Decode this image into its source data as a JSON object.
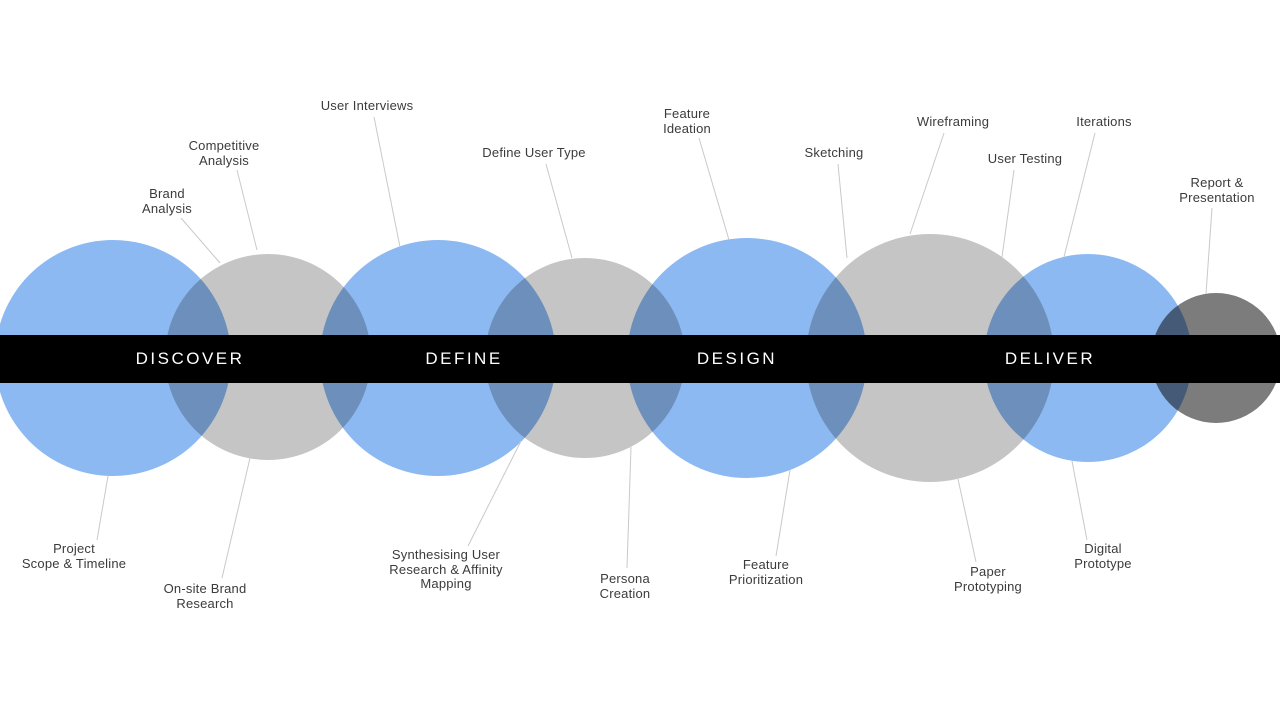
{
  "diagram": {
    "title": "UX design process phase diagram",
    "colors": {
      "blue": "#8db9f2",
      "gray": "#c5c5c5",
      "dark_gray": "#7c7c7c",
      "band": "#000000"
    },
    "phases": [
      {
        "label": "DISCOVER"
      },
      {
        "label": "DEFINE"
      },
      {
        "label": "DESIGN"
      },
      {
        "label": "DELIVER"
      }
    ],
    "labels_top": [
      {
        "text": "Brand\nAnalysis"
      },
      {
        "text": "Competitive\nAnalysis"
      },
      {
        "text": "User Interviews"
      },
      {
        "text": "Define User Type"
      },
      {
        "text": "Feature\nIdeation"
      },
      {
        "text": "Sketching"
      },
      {
        "text": "Wireframing"
      },
      {
        "text": "User Testing"
      },
      {
        "text": "Iterations"
      },
      {
        "text": "Report &\nPresentation"
      }
    ],
    "labels_bottom": [
      {
        "text": "Project\nScope & Timeline"
      },
      {
        "text": "On-site Brand\nResearch"
      },
      {
        "text": "Synthesising User\nResearch & Affinity\nMapping"
      },
      {
        "text": "Persona\nCreation"
      },
      {
        "text": "Feature\nPrioritization"
      },
      {
        "text": "Paper\nPrototyping"
      },
      {
        "text": "Digital\nPrototype"
      }
    ]
  }
}
